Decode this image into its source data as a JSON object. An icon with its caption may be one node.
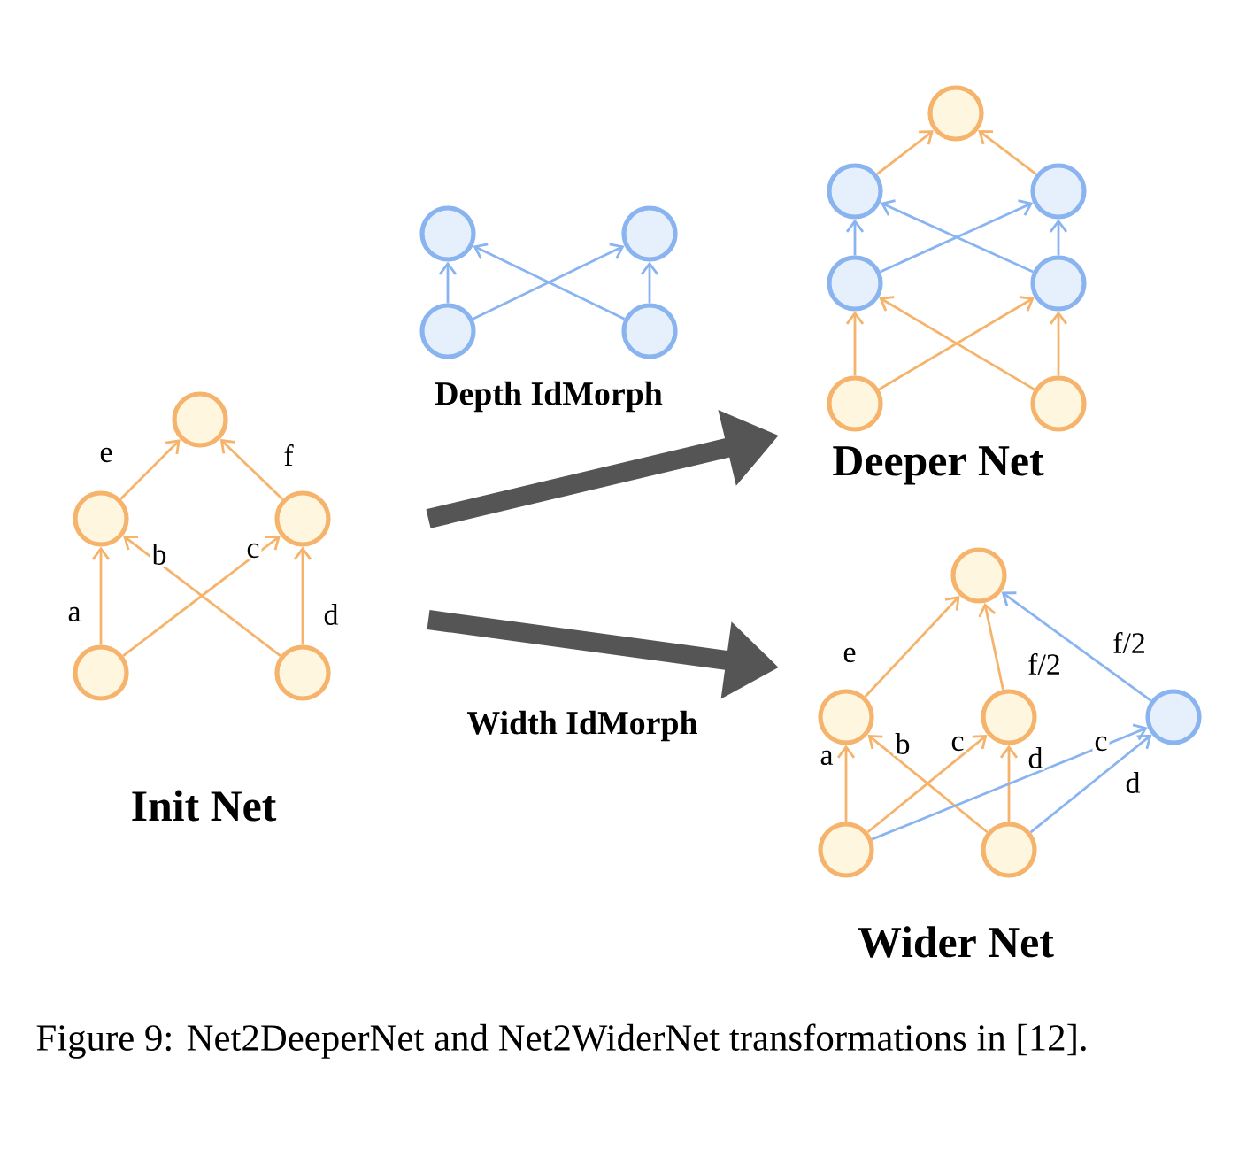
{
  "diagram": {
    "caption": "Figure 9: Net2DeeperNet and Net2WiderNet transformations in [12].",
    "nodes": [
      {
        "text": [],
        "shape": "circle"
      },
      {
        "text": [],
        "shape": "circle"
      },
      {
        "text": [],
        "shape": "circle"
      },
      {
        "text": [],
        "shape": "circle"
      },
      {
        "text": [],
        "shape": "circle"
      },
      {
        "text": [],
        "shape": "circle"
      },
      {
        "text": [],
        "shape": "circle"
      },
      {
        "text": [],
        "shape": "circle"
      },
      {
        "text": [],
        "shape": "circle"
      },
      {
        "text": [],
        "shape": "circle"
      },
      {
        "text": [],
        "shape": "circle"
      },
      {
        "text": [],
        "shape": "circle"
      },
      {
        "text": [],
        "shape": "circle"
      },
      {
        "text": [],
        "shape": "circle"
      },
      {
        "text": [],
        "shape": "circle"
      },
      {
        "text": [],
        "shape": "circle"
      },
      {
        "text": [],
        "shape": "circle"
      },
      {
        "text": [],
        "shape": "circle"
      },
      {
        "text": [],
        "shape": "circle"
      },
      {
        "text": [],
        "shape": "circle"
      },
      {
        "text": [],
        "shape": "circle"
      },
      {
        "text": [],
        "shape": "circle"
      }
    ],
    "edges": [
      {
        "from": 3,
        "to": 1,
        "arrow": "to",
        "label": "a"
      },
      {
        "from": 4,
        "to": 1,
        "arrow": "to",
        "label": "b"
      },
      {
        "from": 3,
        "to": 2,
        "arrow": "to",
        "label": "c"
      },
      {
        "from": 4,
        "to": 2,
        "arrow": "to",
        "label": "d"
      },
      {
        "from": 1,
        "to": 0,
        "arrow": "to",
        "label": "e"
      },
      {
        "from": 2,
        "to": 0,
        "arrow": "to",
        "label": "f"
      },
      {
        "from": 7,
        "to": 5,
        "arrow": "to",
        "color": "#8ab4f0"
      },
      {
        "from": 8,
        "to": 5,
        "arrow": "to",
        "color": "#8ab4f0"
      },
      {
        "from": 7,
        "to": 6,
        "arrow": "to",
        "color": "#8ab4f0"
      },
      {
        "from": 8,
        "to": 6,
        "arrow": "to",
        "color": "#8ab4f0"
      },
      {
        "from": 14,
        "to": 12,
        "arrow": "to"
      },
      {
        "from": 15,
        "to": 12,
        "arrow": "to"
      },
      {
        "from": 14,
        "to": 13,
        "arrow": "to"
      },
      {
        "from": 15,
        "to": 13,
        "arrow": "to"
      },
      {
        "from": 12,
        "to": 10,
        "arrow": "to",
        "color": "#8ab4f0"
      },
      {
        "from": 13,
        "to": 10,
        "arrow": "to",
        "color": "#8ab4f0"
      },
      {
        "from": 12,
        "to": 11,
        "arrow": "to",
        "color": "#8ab4f0"
      },
      {
        "from": 13,
        "to": 11,
        "arrow": "to",
        "color": "#8ab4f0"
      },
      {
        "from": 10,
        "to": 9,
        "arrow": "to"
      },
      {
        "from": 11,
        "to": 9,
        "arrow": "to"
      },
      {
        "from": 20,
        "to": 17,
        "arrow": "to",
        "label": "a"
      },
      {
        "from": 21,
        "to": 17,
        "arrow": "to",
        "label": "b"
      },
      {
        "from": 20,
        "to": 18,
        "arrow": "to",
        "label": "c"
      },
      {
        "from": 21,
        "to": 18,
        "arrow": "to",
        "label": "d"
      },
      {
        "from": 17,
        "to": 16,
        "arrow": "to",
        "label": "e"
      },
      {
        "from": 18,
        "to": 16,
        "arrow": "to",
        "label": "f/2"
      },
      {
        "from": 19,
        "to": 16,
        "arrow": "to",
        "label": "f/2",
        "color": "#8ab4f0"
      },
      {
        "from": 20,
        "to": 19,
        "arrow": "to",
        "label": "c",
        "color": "#8ab4f0"
      },
      {
        "from": 21,
        "to": 19,
        "arrow": "to",
        "label": "d",
        "color": "#8ab4f0"
      }
    ],
    "labels": [
      "Depth IdMorph",
      "Deeper Net",
      "Init Net",
      "Width IdMorph",
      "Wider Net"
    ]
  }
}
